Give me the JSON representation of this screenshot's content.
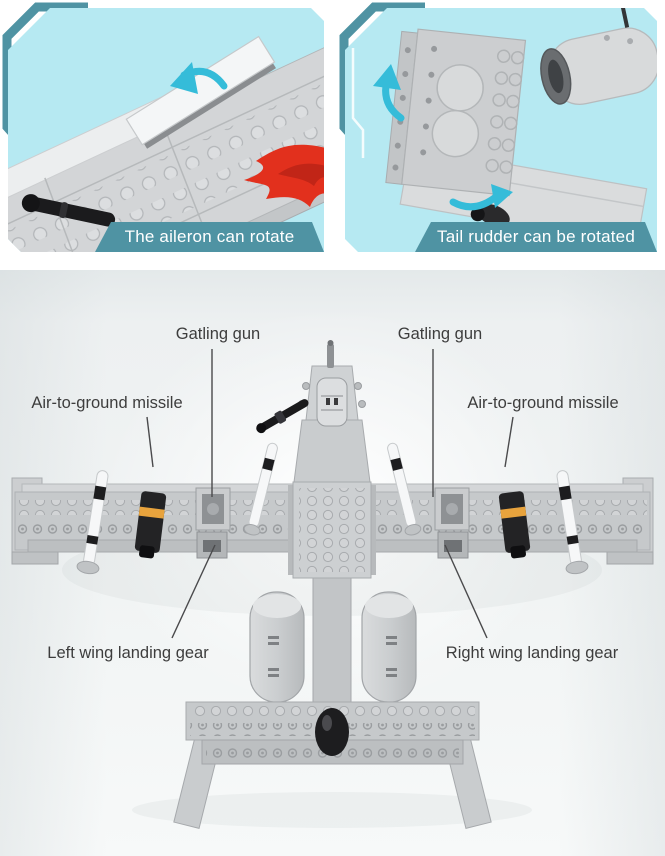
{
  "feature_panels": [
    {
      "caption": "The aileron can rotate",
      "illustration": "brick-wing-with-aileron",
      "icons": [
        "rotate-arrow"
      ]
    },
    {
      "caption": "Tail rudder can be rotated",
      "illustration": "brick-tail-rudder-and-engine",
      "icons": [
        "rotate-arrow-up",
        "rotate-arrow-right"
      ]
    }
  ],
  "main_figure": {
    "illustration": "brick-aircraft-top-view",
    "callouts": [
      {
        "label": "Gatling gun"
      },
      {
        "label": "Gatling gun"
      },
      {
        "label": "Air-to-ground missile"
      },
      {
        "label": "Air-to-ground missile"
      },
      {
        "label": "Left wing landing gear"
      },
      {
        "label": "Right wing landing gear"
      }
    ]
  },
  "colors": {
    "panel_background": "#b6e9f2",
    "accent_teal": "#4f93a3",
    "arrow_cyan": "#35bcd9",
    "flame_red": "#e2301d",
    "brick_gray": "#c9ccce",
    "label_text": "#3d3d3d",
    "caption_text": "#ffffff"
  }
}
